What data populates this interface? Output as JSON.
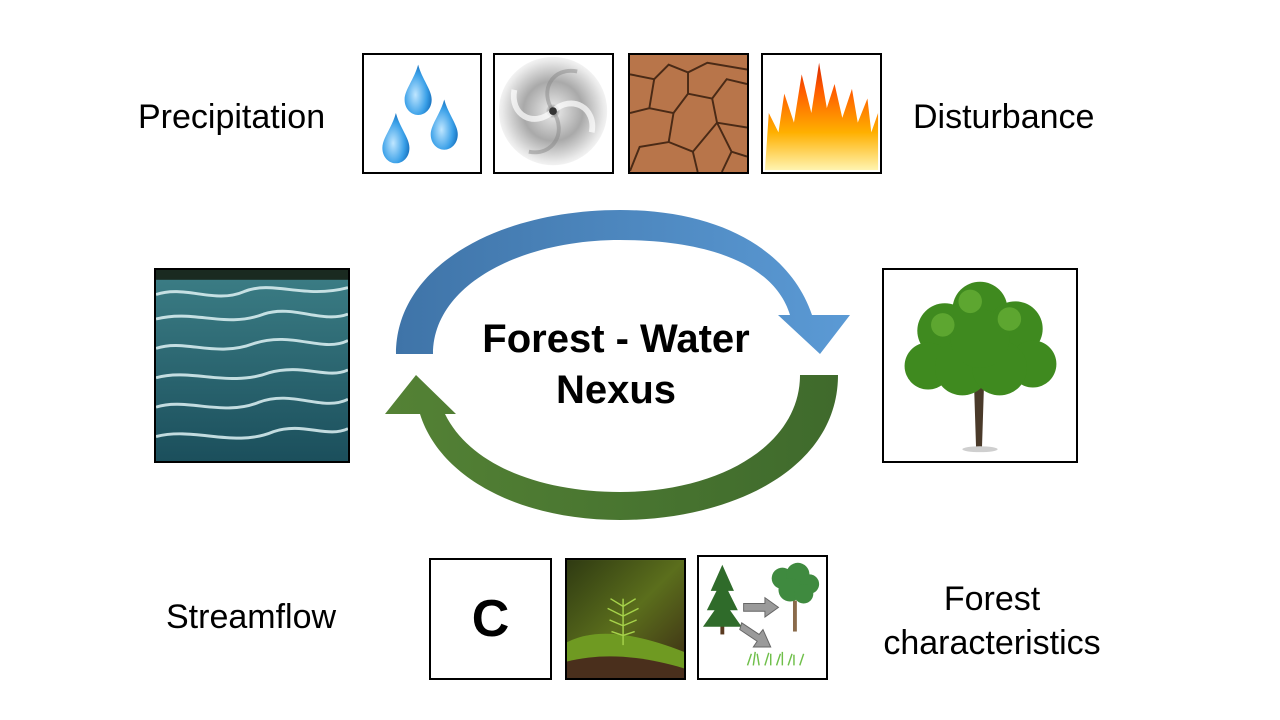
{
  "title_line1": "Forest - Water",
  "title_line2": "Nexus",
  "labels": {
    "precipitation": "Precipitation",
    "disturbance": "Disturbance",
    "streamflow": "Streamflow",
    "forest_line1": "Forest",
    "forest_line2": "characteristics"
  },
  "carbon_symbol": "C",
  "arrow_colors": {
    "blue_dark": "#3f74a8",
    "blue_light": "#5b9ad5",
    "green_dark": "#3f6a2c",
    "green_light": "#548235"
  },
  "icons": {
    "precipitation": "water-drops-icon",
    "hurricane": "hurricane-icon",
    "drought": "cracked-soil-icon",
    "fire": "fire-icon",
    "water": "river-rapids-icon",
    "tree": "tree-icon",
    "carbon": "carbon-icon",
    "seedling": "seedling-icon",
    "succession": "forest-succession-icon"
  }
}
